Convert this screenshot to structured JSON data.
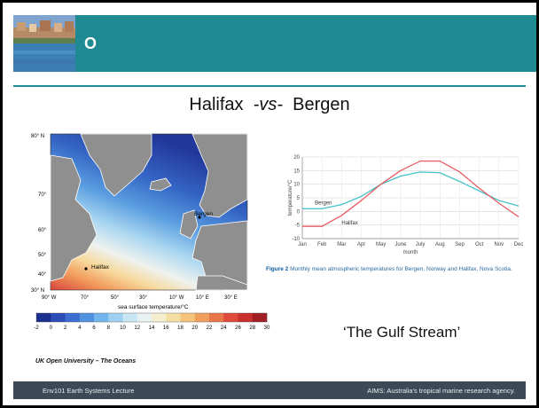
{
  "slide": {
    "title_letter": "O",
    "heading_left": "Halifax",
    "heading_vs": "-vs-",
    "heading_right": "Bergen",
    "gulf_stream": "‘The Gulf Stream’",
    "source": "UK Open University – The Oceans",
    "footer_left": "Env101 Earth Systems Lecture",
    "footer_right": "AIMS: Australia's tropical marine research agency.",
    "colors": {
      "accent": "#1f8a91",
      "footer": "#3c4a57"
    }
  },
  "map": {
    "lat_labels": [
      "80° N",
      "70°",
      "60°",
      "50°",
      "40°",
      "30° N"
    ],
    "lon_labels": [
      "90° W",
      "70°",
      "50°",
      "30°",
      "10° W",
      "10° E",
      "30° E"
    ],
    "place_labels": [
      "Bergen",
      "Halifax"
    ],
    "scale_label": "sea surface temperature/°C",
    "scale_ticks": [
      "-2",
      "0",
      "2",
      "4",
      "6",
      "8",
      "10",
      "12",
      "14",
      "16",
      "18",
      "20",
      "22",
      "24",
      "26",
      "28",
      "30"
    ],
    "scale_colors": [
      "#1b2f8e",
      "#2b4db5",
      "#3b6ed0",
      "#4f92e0",
      "#72b4ec",
      "#9fd0f2",
      "#c9e6f5",
      "#e9f2f3",
      "#f6efcf",
      "#f6dfa5",
      "#f4c37c",
      "#f0a05c",
      "#e97649",
      "#de4b3b",
      "#c92f2c",
      "#a11f24"
    ]
  },
  "chart_data": {
    "type": "line",
    "categories": [
      "Jan",
      "Feb",
      "Mar",
      "Apr",
      "May",
      "June",
      "July",
      "Aug",
      "Sep",
      "Oct",
      "Nov",
      "Dec"
    ],
    "series": [
      {
        "name": "Bergen",
        "values": [
          1,
          1,
          2.5,
          5.5,
          10,
          13,
          14.5,
          14.2,
          11,
          7.5,
          4,
          2
        ],
        "color": "#3fc0c8"
      },
      {
        "name": "Halifax",
        "values": [
          -5.5,
          -5.5,
          -1.5,
          4,
          10,
          15,
          18.5,
          18.5,
          14.5,
          8.5,
          3,
          -2
        ],
        "color": "#e85b63"
      }
    ],
    "ylabel": "temperature/°C",
    "xlabel": "month",
    "ylim": [
      -10,
      20
    ],
    "yticks": [
      -10,
      -5,
      0,
      5,
      10,
      15,
      20
    ],
    "grid": true,
    "caption_label": "Figure 2",
    "caption_text": "Monthly mean atmospheric temperatures for Bergen, Norway and Halifax, Nova Scotia."
  }
}
